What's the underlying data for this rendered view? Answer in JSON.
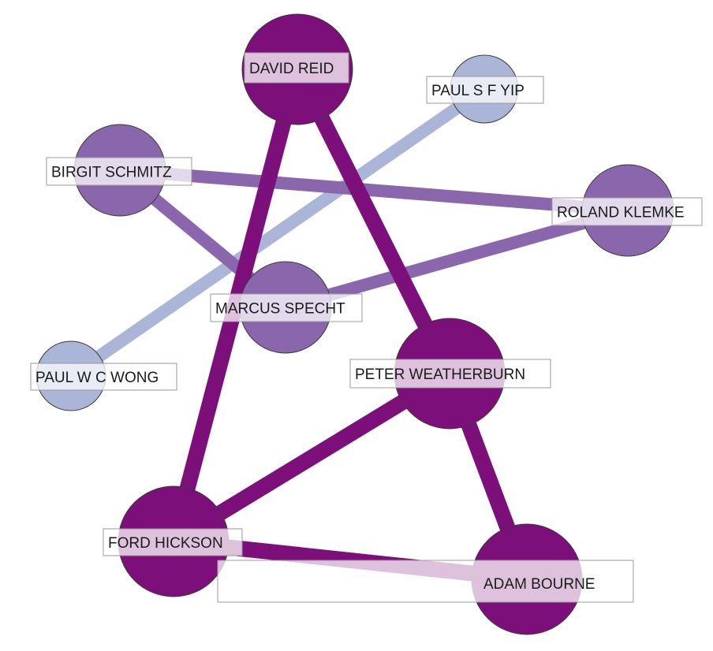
{
  "colors": {
    "strong": "#7d0f7a",
    "medium": "#8a67ad",
    "weak": "#aab5d8"
  },
  "nodes": [
    {
      "id": "david-reid",
      "label": "DAVID REID",
      "tier": "strong"
    },
    {
      "id": "paul-s-f-yip",
      "label": "PAUL S F YIP",
      "tier": "weak"
    },
    {
      "id": "birgit-schmitz",
      "label": "BIRGIT SCHMITZ",
      "tier": "medium"
    },
    {
      "id": "roland-klemke",
      "label": "ROLAND KLEMKE",
      "tier": "medium"
    },
    {
      "id": "marcus-specht",
      "label": "MARCUS SPECHT",
      "tier": "medium"
    },
    {
      "id": "paul-w-c-wong",
      "label": "PAUL W C WONG",
      "tier": "weak"
    },
    {
      "id": "peter-weatherburn",
      "label": "PETER WEATHERBURN",
      "tier": "strong"
    },
    {
      "id": "ford-hickson",
      "label": "FORD HICKSON",
      "tier": "strong"
    },
    {
      "id": "adam-bourne",
      "label": "ADAM BOURNE",
      "tier": "strong"
    }
  ],
  "edges": [
    {
      "source": "paul-s-f-yip",
      "target": "paul-w-c-wong",
      "tier": "weak"
    },
    {
      "source": "birgit-schmitz",
      "target": "roland-klemke",
      "tier": "medium"
    },
    {
      "source": "birgit-schmitz",
      "target": "marcus-specht",
      "tier": "medium"
    },
    {
      "source": "roland-klemke",
      "target": "marcus-specht",
      "tier": "medium"
    },
    {
      "source": "david-reid",
      "target": "ford-hickson",
      "tier": "strong"
    },
    {
      "source": "david-reid",
      "target": "peter-weatherburn",
      "tier": "strong"
    },
    {
      "source": "peter-weatherburn",
      "target": "ford-hickson",
      "tier": "strong"
    },
    {
      "source": "peter-weatherburn",
      "target": "adam-bourne",
      "tier": "strong"
    },
    {
      "source": "ford-hickson",
      "target": "adam-bourne",
      "tier": "strong"
    }
  ]
}
